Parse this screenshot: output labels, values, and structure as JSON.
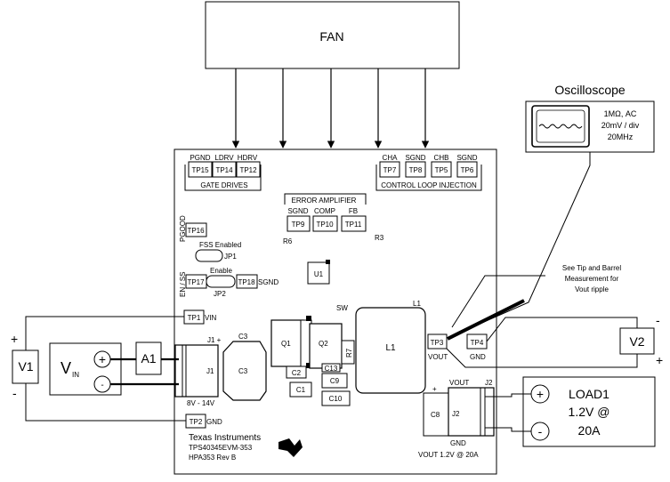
{
  "fan": {
    "label": "FAN"
  },
  "oscilloscope": {
    "title": "Oscilloscope",
    "setting_1": "1MΩ, AC",
    "setting_2": "20mV / div",
    "setting_3": "20MHz"
  },
  "gate_drives": {
    "caption": "GATE DRIVES",
    "pins": [
      {
        "signal": "PGND",
        "tp": "TP15"
      },
      {
        "signal": "LDRV",
        "tp": "TP14"
      },
      {
        "signal": "HDRV",
        "tp": "TP12"
      }
    ]
  },
  "control_loop": {
    "caption": "CONTROL LOOP INJECTION",
    "pins": [
      {
        "signal": "CHA",
        "tp": "TP7"
      },
      {
        "signal": "SGND",
        "tp": "TP8"
      },
      {
        "signal": "CHB",
        "tp": "TP5"
      },
      {
        "signal": "SGND",
        "tp": "TP6"
      }
    ]
  },
  "error_amplifier": {
    "caption": "ERROR AMPLIFIER",
    "pins": [
      {
        "signal": "SGND",
        "tp": "TP9"
      },
      {
        "signal": "COMP",
        "tp": "TP10"
      },
      {
        "signal": "FB",
        "tp": "TP11"
      }
    ]
  },
  "refs": {
    "r6": "R6",
    "r3": "R3",
    "tp16": "TP16",
    "pgood": "PGOOD",
    "fss_enabled": "FSS Enabled",
    "jp1": "JP1",
    "enable": "Enable",
    "jp2": "JP2",
    "en_ss": "EN / SS",
    "tp17": "TP17",
    "tp18": "TP18",
    "sgnd": "SGND",
    "u1": "U1",
    "sw": "SW",
    "l1": "L1",
    "tp1": "TP1",
    "vin_pin": "VIN",
    "j1_plus": "J1 +",
    "c3": "C3",
    "j1": "J1",
    "q1": "Q1",
    "q2": "Q2",
    "r7": "R7",
    "c2": "C2",
    "c1": "C1",
    "c13": "C13",
    "c9": "C9",
    "c10": "C10",
    "vin_range": "8V - 14V",
    "tp2": "TP2",
    "gnd": "GND",
    "tp3": "TP3",
    "vout": "VOUT",
    "tp4": "TP4",
    "c8": "C8",
    "j2": "J2",
    "vout_j2": "VOUT",
    "gnd_j2": "GND",
    "plus": "+",
    "vout_spec": "VOUT 1.2V @ 20A"
  },
  "board": {
    "maker": "Texas Instruments",
    "part": "TPS40345EVM-353",
    "rev": "HPA353 Rev B"
  },
  "note": {
    "line1": "See Tip and Barrel",
    "line2": "Measurement for",
    "line3": "Vout ripple"
  },
  "v1": {
    "label": "V1",
    "plus": "+",
    "minus": "-"
  },
  "vin_source": {
    "label": "V",
    "sub": "IN",
    "plus": "+",
    "minus": "-"
  },
  "a1": {
    "label": "A1"
  },
  "v2": {
    "label": "V2",
    "plus": "+",
    "minus": "-"
  },
  "load": {
    "line1": "LOAD1",
    "line2": "1.2V @",
    "line3": "20A",
    "plus": "+",
    "minus": "-"
  }
}
